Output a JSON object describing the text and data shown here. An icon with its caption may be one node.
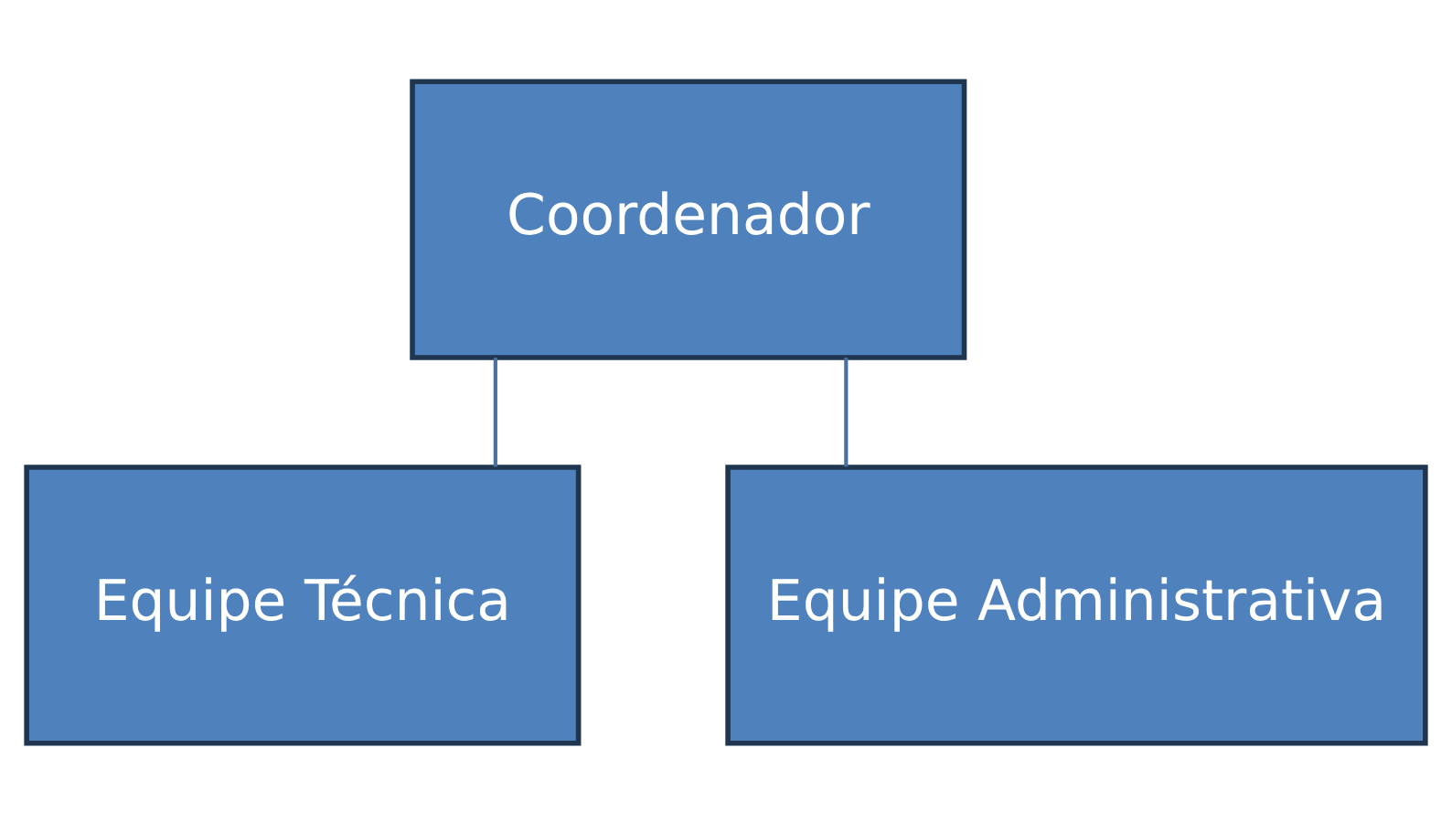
{
  "diagram": {
    "nodes": [
      {
        "text": [
          "Coordenador"
        ]
      },
      {
        "text": [
          "Equipe Técnica"
        ]
      },
      {
        "text": [
          "Equipe Administrativa"
        ]
      }
    ],
    "edges": [
      {
        "from": 0,
        "to": 1,
        "arrow": "none"
      },
      {
        "from": 0,
        "to": 2,
        "arrow": "none"
      }
    ]
  }
}
